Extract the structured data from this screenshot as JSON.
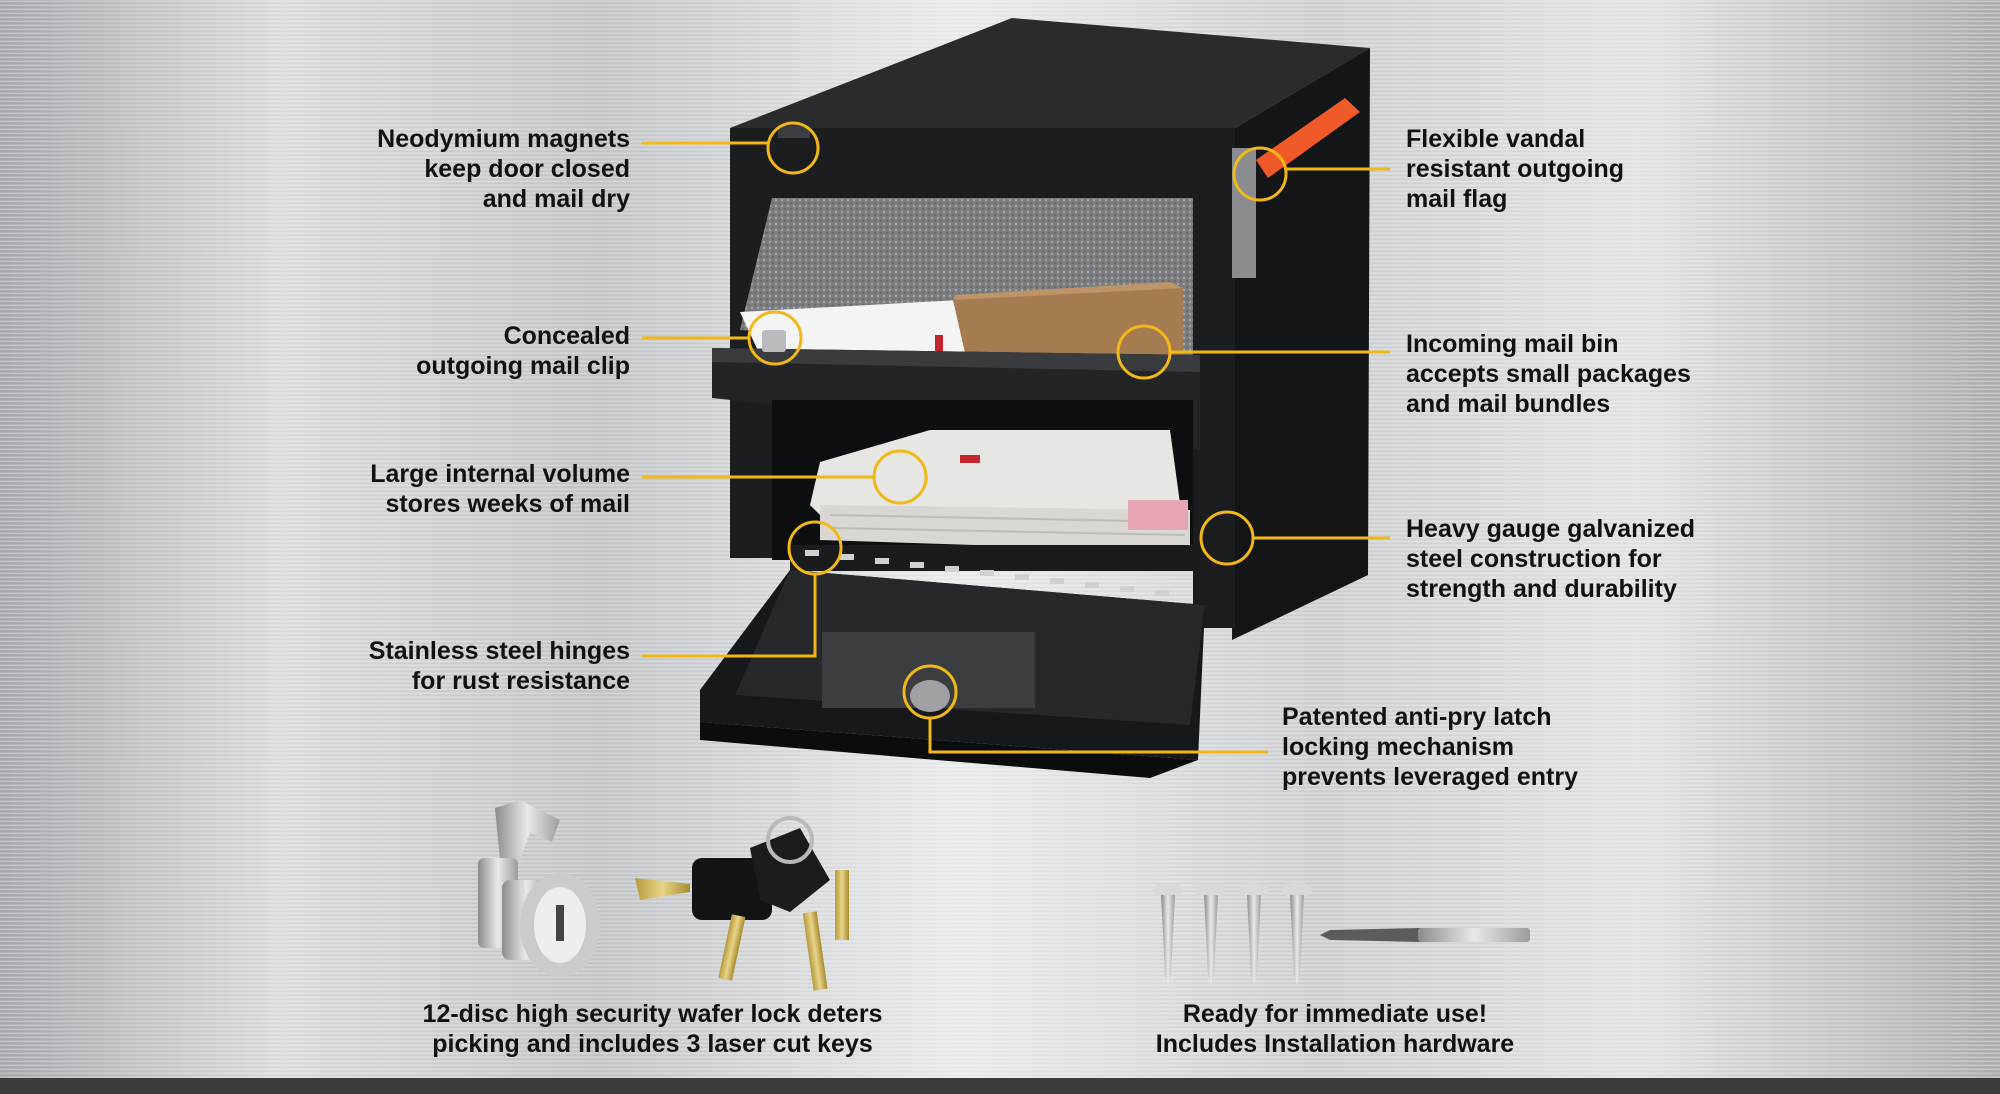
{
  "callouts": {
    "magnets": [
      "Neodymium magnets",
      "keep door closed",
      "and mail dry"
    ],
    "clip": [
      "Concealed",
      "outgoing mail clip"
    ],
    "volume": [
      "Large internal volume",
      "stores weeks of mail"
    ],
    "hinges": [
      "Stainless steel hinges",
      "for rust resistance"
    ],
    "flag": [
      "Flexible vandal",
      "resistant outgoing",
      "mail flag"
    ],
    "bin": [
      "Incoming mail bin",
      "accepts small packages",
      "and mail bundles"
    ],
    "steel": [
      "Heavy gauge galvanized",
      "steel construction for",
      "strength and durability"
    ],
    "latch": [
      "Patented anti-pry latch",
      "locking mechanism",
      "prevents leveraged entry"
    ],
    "lock": [
      "12-disc high security wafer lock deters",
      "picking and includes 3 laser cut keys"
    ],
    "hardware": [
      "Ready for immediate use!",
      "Includes Installation hardware"
    ]
  },
  "colors": {
    "accent": "#f2b817",
    "flag": "#f05a28",
    "mailbox": "#1c1d1f",
    "text": "#111111"
  },
  "icons": [
    "mailbox-image",
    "cam-lock-image",
    "keys-image",
    "screws-image",
    "drill-bit-image"
  ]
}
